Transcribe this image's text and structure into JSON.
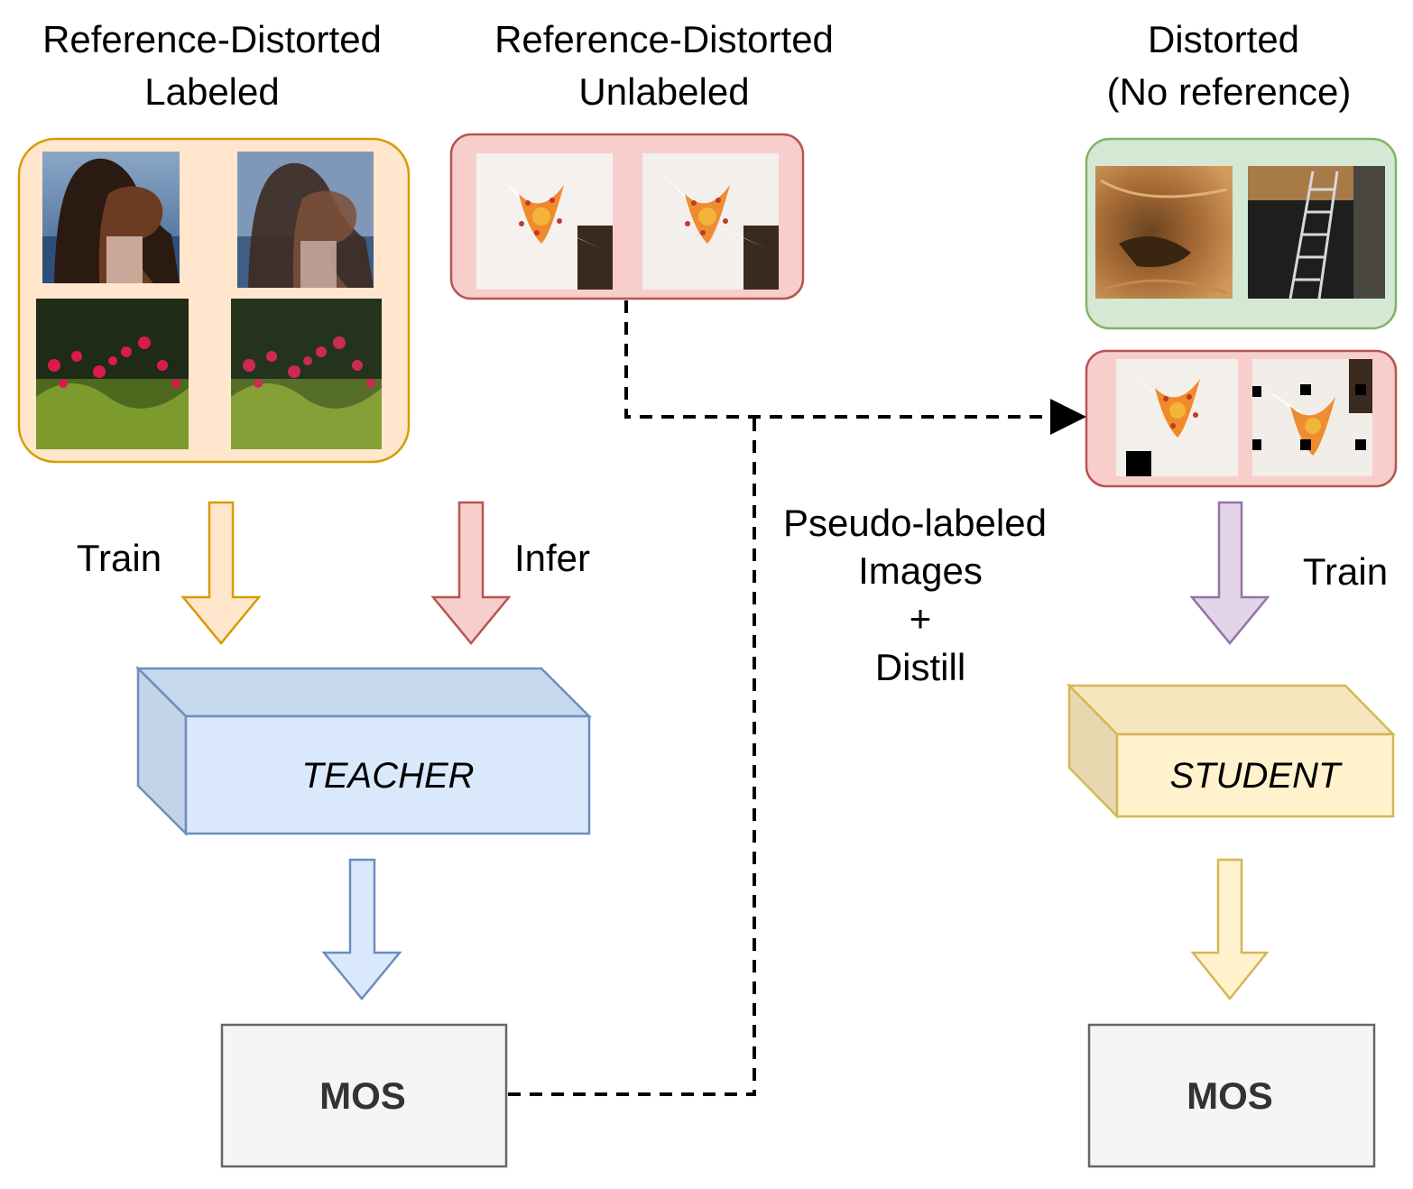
{
  "groups": {
    "labeled": {
      "title_line1": "Reference-Distorted",
      "title_line2": "Labeled",
      "fill": "#ffe6cc",
      "stroke": "#d79b00"
    },
    "unlabeled": {
      "title_line1": "Reference-Distorted",
      "title_line2": "Unlabeled",
      "fill": "#f8cecc",
      "stroke": "#b85450"
    },
    "distorted": {
      "title_line1": "Distorted",
      "title_line2": "(No reference)",
      "fill": "#d5e8d4",
      "stroke": "#82b366"
    }
  },
  "arrows": {
    "train_teacher": {
      "label": "Train",
      "color": "#d79b00",
      "fill": "#ffe6cc"
    },
    "infer_teacher": {
      "label": "Infer",
      "color": "#b85450",
      "fill": "#f8cecc"
    },
    "train_student": {
      "label": "Train",
      "color": "#9673a6",
      "fill": "#e1d5e7"
    },
    "teacher_mos": {
      "color": "#6c8ebf",
      "fill": "#dae8fc"
    },
    "student_mos": {
      "color": "#d6b656",
      "fill": "#fff2cc"
    }
  },
  "distill": {
    "line1": "Pseudo-labeled",
    "line2": "Images",
    "line3": "+",
    "line4": "Distill"
  },
  "teacher": {
    "label": "TEACHER",
    "front": "#dae8fc",
    "side": "#c4d4e8",
    "stroke": "#6c8ebf"
  },
  "student": {
    "label": "STUDENT",
    "front": "#fff2cc",
    "side": "#e6d9b0",
    "stroke": "#d6b656"
  },
  "mos_left": {
    "label": "MOS"
  },
  "mos_right": {
    "label": "MOS"
  }
}
